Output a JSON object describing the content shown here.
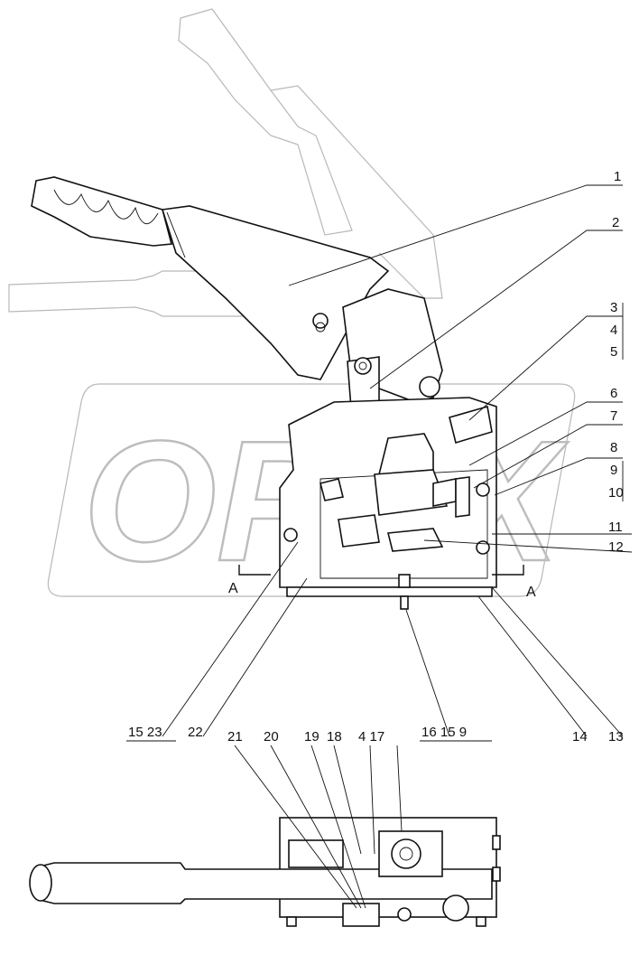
{
  "watermark": "OPEX",
  "section_mark": "A",
  "callouts": {
    "c1": "1",
    "c2": "2",
    "c3": "3",
    "c4": "4",
    "c5": "5",
    "c6": "6",
    "c7": "7",
    "c8": "8",
    "c9": "9",
    "c10": "10",
    "c11": "11",
    "c12": "12",
    "c13": "13",
    "c14": "14",
    "c15_23": "15 23",
    "c22": "22",
    "c16_15_9": "16 15  9",
    "c21": "21",
    "c20": "20",
    "c19": "19",
    "c18": "18",
    "c4_17": "4  17"
  }
}
